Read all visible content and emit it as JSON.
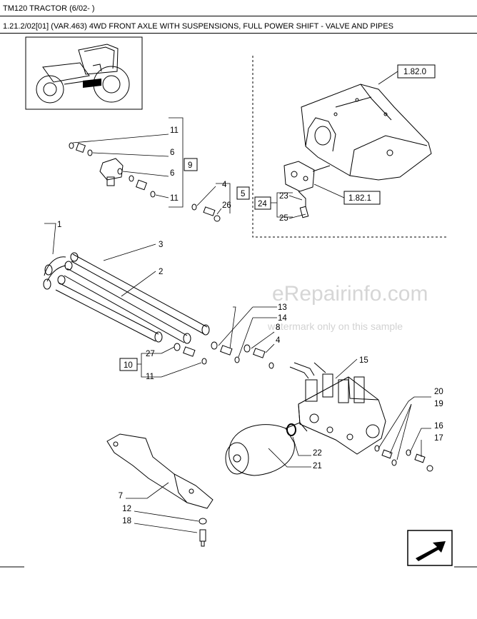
{
  "header": {
    "model": "TM120 TRACTOR (6/02- )",
    "section": "1.21.2/02[01] (VAR.463) 4WD FRONT AXLE WITH SUSPENSIONS, FULL POWER SHIFT - VALVE AND PIPES"
  },
  "watermark": {
    "site": "eRepairinfo.com",
    "note": "watermark only on this sample"
  },
  "refs": {
    "r1820": "1.82.0",
    "r1821": "1.82.1"
  },
  "callouts": {
    "c1": "1",
    "c2": "2",
    "c3": "3",
    "c4a": "4",
    "c4b": "4",
    "c5": "5",
    "c6a": "6",
    "c6b": "6",
    "c7": "7",
    "c8": "8",
    "c9": "9",
    "c10": "10",
    "c11a": "11",
    "c11b": "11",
    "c11c": "11",
    "c12": "12",
    "c13": "13",
    "c14": "14",
    "c15": "15",
    "c16": "16",
    "c17": "17",
    "c18": "18",
    "c19": "19",
    "c20": "20",
    "c21": "21",
    "c22": "22",
    "c23": "23",
    "c24": "24",
    "c25": "25",
    "c26": "26",
    "c27": "27"
  },
  "icons": {
    "thumbnail": "tractor-thumbnail-icon",
    "next": "next-page-arrow-icon"
  }
}
